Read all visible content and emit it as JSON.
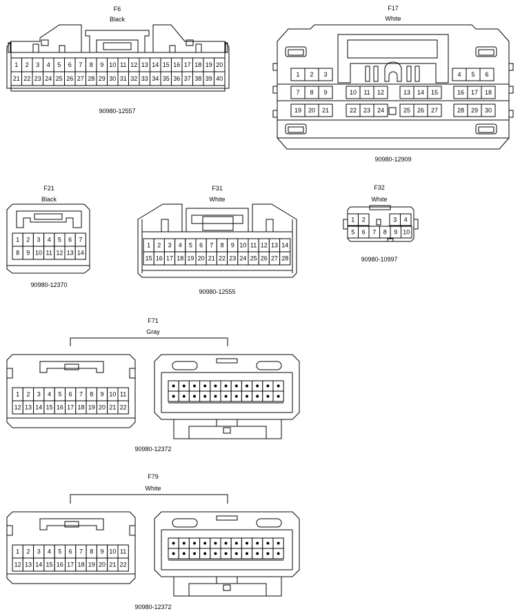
{
  "connectors": [
    {
      "id": "F6",
      "code": "F6",
      "color": "Black",
      "part": "90980-12557",
      "rows": [
        [
          "1",
          "2",
          "3",
          "4",
          "5",
          "6",
          "7",
          "8",
          "9",
          "10",
          "11",
          "12",
          "13",
          "14",
          "15",
          "16",
          "17",
          "18",
          "19",
          "20"
        ],
        [
          "21",
          "22",
          "23",
          "24",
          "25",
          "26",
          "27",
          "28",
          "29",
          "30",
          "31",
          "32",
          "33",
          "34",
          "35",
          "36",
          "37",
          "38",
          "39",
          "40"
        ]
      ]
    },
    {
      "id": "F17",
      "code": "F17",
      "color": "White",
      "part": "90980-12909",
      "rows": [
        [
          "1",
          "2",
          "3",
          "",
          "",
          "",
          "",
          "",
          "",
          "",
          "",
          "",
          "",
          "",
          "",
          "4",
          "5",
          "6"
        ],
        [
          "7",
          "8",
          "9",
          "",
          "10",
          "11",
          "12",
          "",
          "13",
          "14",
          "15",
          "",
          "16",
          "17",
          "18"
        ],
        [
          "19",
          "20",
          "21",
          "",
          "22",
          "23",
          "24",
          "",
          "25",
          "26",
          "27",
          "",
          "28",
          "29",
          "30"
        ]
      ]
    },
    {
      "id": "F21",
      "code": "F21",
      "color": "Black",
      "part": "90980-12370",
      "rows": [
        [
          "1",
          "2",
          "3",
          "4",
          "5",
          "6",
          "7"
        ],
        [
          "8",
          "9",
          "10",
          "11",
          "12",
          "13",
          "14"
        ]
      ]
    },
    {
      "id": "F31",
      "code": "F31",
      "color": "White",
      "part": "90980-12555",
      "rows": [
        [
          "1",
          "2",
          "3",
          "4",
          "5",
          "6",
          "7",
          "8",
          "9",
          "10",
          "11",
          "12",
          "13",
          "14"
        ],
        [
          "15",
          "16",
          "17",
          "18",
          "19",
          "20",
          "21",
          "22",
          "23",
          "24",
          "25",
          "26",
          "27",
          "28"
        ]
      ]
    },
    {
      "id": "F32",
      "code": "F32",
      "color": "White",
      "part": "90980-10997",
      "rows": [
        [
          "1",
          "2",
          "",
          "3",
          "4"
        ],
        [
          "5",
          "6",
          "7",
          "8",
          "9",
          "10"
        ]
      ]
    },
    {
      "id": "F71",
      "code": "F71",
      "color": "Gray",
      "part": "90980-12372",
      "rows": [
        [
          "1",
          "2",
          "3",
          "4",
          "5",
          "6",
          "7",
          "8",
          "9",
          "10",
          "11"
        ],
        [
          "12",
          "13",
          "14",
          "15",
          "16",
          "17",
          "18",
          "19",
          "20",
          "21",
          "22"
        ]
      ]
    },
    {
      "id": "F79",
      "code": "F79",
      "color": "White",
      "part": "90980-12372",
      "rows": [
        [
          "1",
          "2",
          "3",
          "4",
          "5",
          "6",
          "7",
          "8",
          "9",
          "10",
          "11"
        ],
        [
          "12",
          "13",
          "14",
          "15",
          "16",
          "17",
          "18",
          "19",
          "20",
          "21",
          "22"
        ]
      ]
    }
  ]
}
